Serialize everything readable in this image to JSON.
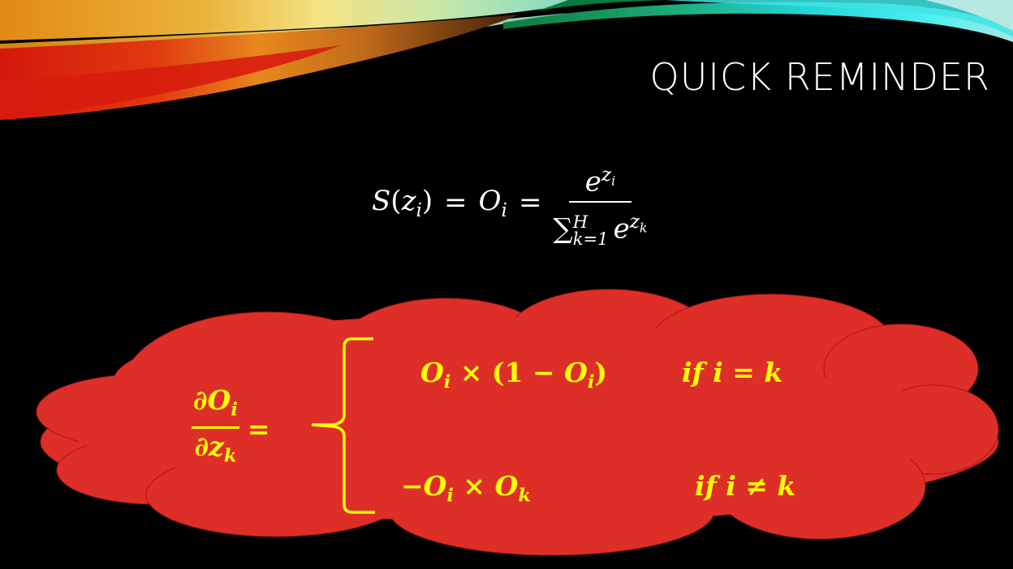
{
  "slide": {
    "title": "QUICK REMINDER",
    "colors": {
      "background": "#000000",
      "title": "#ffffff",
      "formula_main": "#ffffff",
      "cloud_fill": "#de2e28",
      "cloud_outline": "#9c1a17",
      "formula_cloud": "#ffff00",
      "swoosh_red": "#d21a0c",
      "swoosh_orange": "#e6901a",
      "swoosh_yellow": "#f2e07a",
      "swoosh_green": "#0e8a4a",
      "swoosh_cyan": "#22e0e6"
    },
    "softmax": {
      "lhs_fn": "S",
      "lhs_open": "(",
      "lhs_var": "z",
      "lhs_sub": "i",
      "lhs_close": ")",
      "eq1": "=",
      "mid_var": "O",
      "mid_sub": "i",
      "eq2": "=",
      "num_base": "e",
      "num_exp_var": "z",
      "num_exp_sub": "i",
      "den_sum": "∑",
      "den_sum_sup": "H",
      "den_sum_sub": "k=1",
      "den_base": "e",
      "den_exp_var": "z",
      "den_exp_sub": "k"
    },
    "derivative": {
      "num": "∂O",
      "num_sub": "i",
      "den": "∂z",
      "den_sub": "k",
      "equals": "=",
      "brace": "{",
      "case1": {
        "expr_a": "O",
        "expr_a_sub": "i",
        "times": " × (1 − ",
        "expr_b": "O",
        "expr_b_sub": "i",
        "close": ")",
        "condition": "if i = k"
      },
      "case2": {
        "minus": "−",
        "expr_a": "O",
        "expr_a_sub": "i",
        "times": " × ",
        "expr_b": "O",
        "expr_b_sub": "k",
        "condition": "if i ≠ k"
      }
    }
  }
}
